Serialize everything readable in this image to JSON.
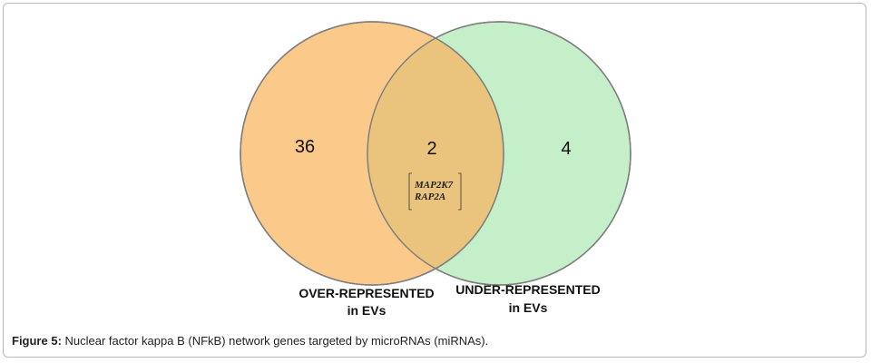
{
  "diagram": {
    "sets": [
      {
        "label_lines": [
          "OVER-REPRESENTED",
          "in EVs"
        ],
        "count": "36",
        "fill": "#fbc98a",
        "stroke": "#7f7f7f"
      },
      {
        "label_lines": [
          "UNDER-REPRESENTED",
          "in EVs"
        ],
        "count": "4",
        "fill": "#c5efc8",
        "stroke": "#7f7f7f"
      }
    ],
    "intersection": {
      "count": "2",
      "genes": [
        "MAP2K7",
        "RAP2A"
      ],
      "fill": "#eac47d"
    }
  },
  "caption": {
    "lead": "Figure 5:",
    "text": " Nuclear factor kappa B (NFkB) network genes targeted by microRNAs (miRNAs)."
  }
}
